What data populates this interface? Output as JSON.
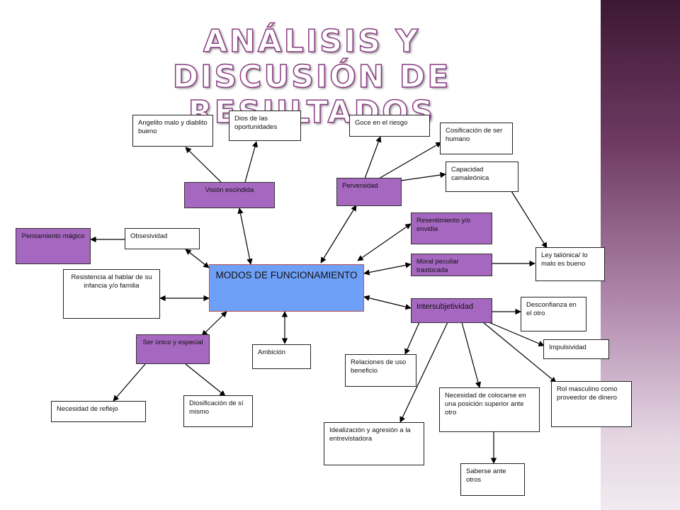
{
  "title": "ANÁLISIS Y DISCUSIÓN DE RESULTADOS",
  "nodes": {
    "central": "MODOS DE FUNCIONAMIENTO",
    "angelito": "Angelito malo y diablito bueno",
    "dios": "Dios de las oportunidades",
    "vision": "Visión escindida",
    "pensamiento": "Pensamiento mágico",
    "obsesividad": "Obsesividad",
    "resistencia": "Resistencia al hablar de su infancia y/o familia",
    "serunico": "Ser único y especial",
    "reflejo": "Necesidad de reflejo",
    "diosificacion": "Diosificación de sí mismo",
    "ambicion": "Ambición",
    "goce": "Goce en el riesgo",
    "cosificacion": "Cosificación de ser humano",
    "camaleonica": "Capacidad camaleónica",
    "perversidad": "Perversidad",
    "resentimiento": "Resentimiento y/o envidia",
    "moral": "Moral peculiar trastocada",
    "talionica": "Ley taliónica/ lo malo es bueno",
    "intersubjetividad": "Intersubjetividad",
    "desconfianza": "Desconfianza en el otro",
    "impulsividad": "Impulsividad",
    "relaciones": "Relaciones de uso beneficio",
    "rol": "Rol masculino como proveedor de dinero",
    "colocarse": "Necesidad de colocarse en una posición superior ante otro",
    "idealizacion": "Idealización y agresión a la entrevistadora",
    "saberse": "Saberse ante otros"
  },
  "colors": {
    "purple_node": "#a567bf",
    "central_node": "#6fa0f7",
    "title": "#8a3b82",
    "sidebar": "#6e3a63"
  }
}
